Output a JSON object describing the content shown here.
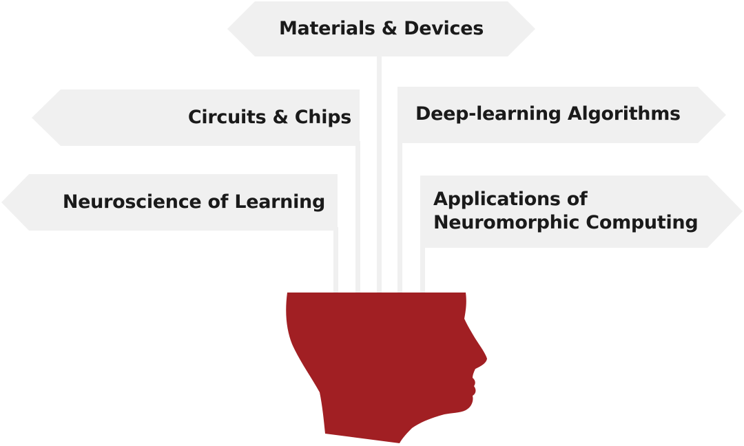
{
  "signs": {
    "top": {
      "label": "Materials & Devices"
    },
    "left_upper": {
      "label": "Circuits & Chips"
    },
    "right_upper": {
      "label": "Deep-learning Algorithms"
    },
    "left_lower": {
      "label": "Neuroscience of Learning"
    },
    "right_lower": {
      "lines": [
        "Applications of",
        "Neuromorphic Computing"
      ]
    }
  },
  "colors": {
    "sign_fill": "#f0f0f0",
    "head_fill": "#a11f23",
    "text": "#1a1a1a"
  },
  "icons": {
    "head": "human-head-silhouette-icon"
  }
}
